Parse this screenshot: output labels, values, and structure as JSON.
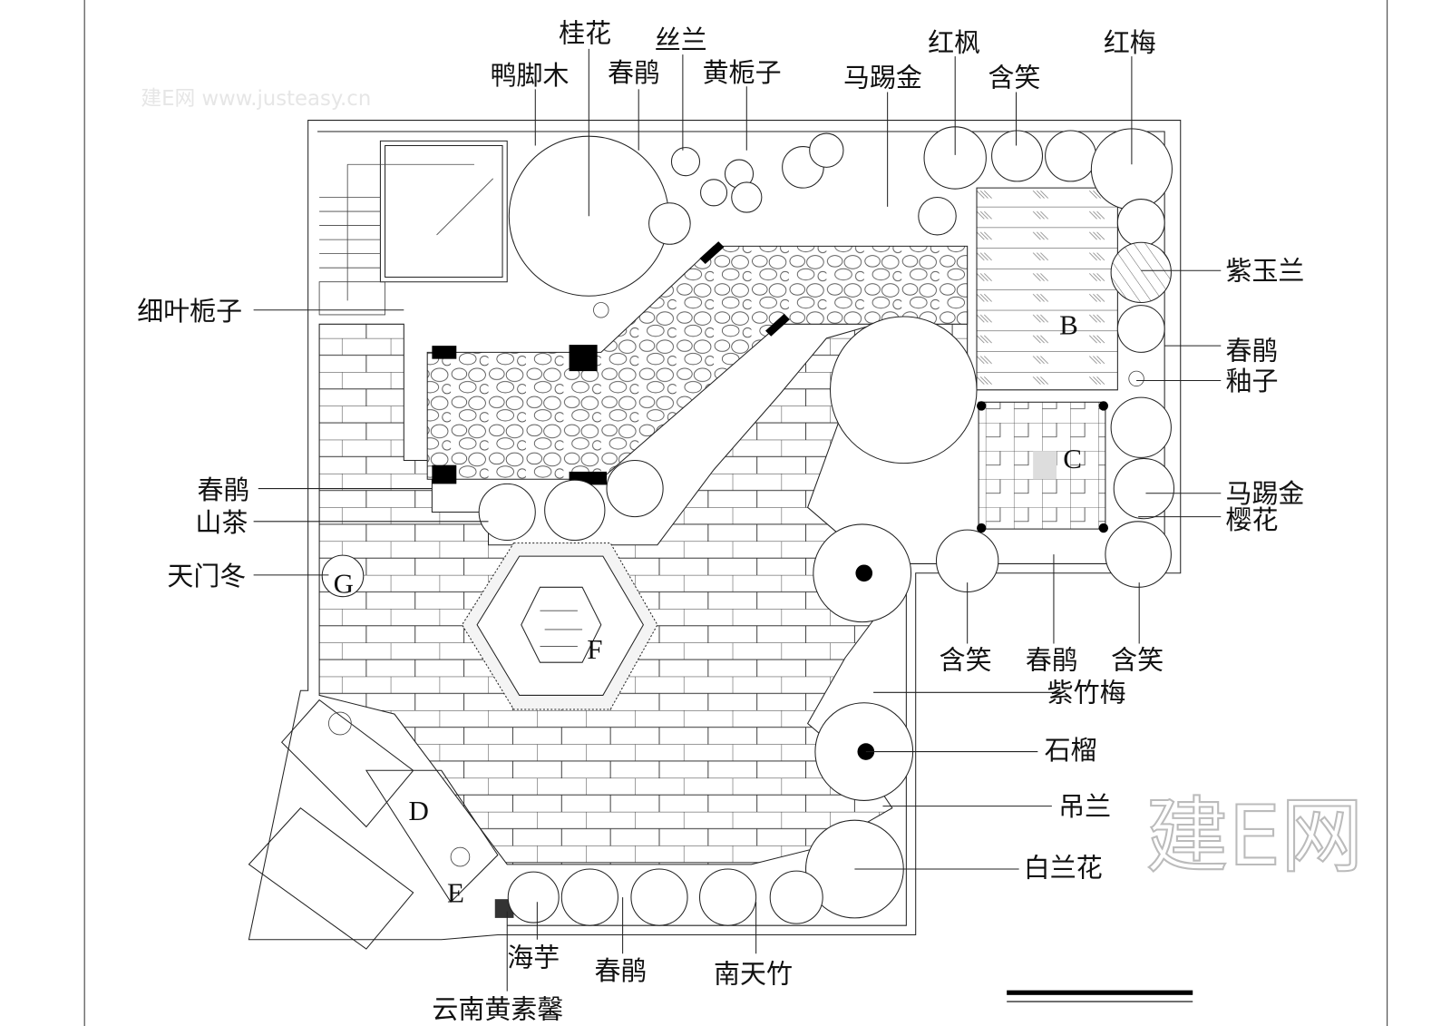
{
  "title": "庭院景观平面图",
  "watermark": "建E网",
  "watermark_small": "建E网 www.justeasy.cn",
  "zones": {
    "B": "B",
    "C": "C",
    "D": "D",
    "E": "E",
    "F": "F",
    "G": "G"
  },
  "plant_labels": {
    "guihua": "桂花",
    "silan": "丝兰",
    "yajiaomu": "鸭脚木",
    "chunjuan_top": "春鹃",
    "huangzhizi": "黄栀子",
    "matijin_top": "马踢金",
    "hongfeng": "红枫",
    "hanxiao_top": "含笑",
    "hongmei": "红梅",
    "ziyulan": "紫玉兰",
    "chunjuan_right": "春鹃",
    "youzi": "釉子",
    "matijin_right": "马踢金",
    "yinghua": "樱花",
    "hanxiao_mid1": "含笑",
    "chunjuan_mid": "春鹃",
    "hanxiao_mid2": "含笑",
    "zizhumei": "紫竹梅",
    "shiliu": "石榴",
    "diaolan": "吊兰",
    "bailanhua": "白兰花",
    "nantianzhu": "南天竹",
    "chunjuan_bottom": "春鹃",
    "haiyu": "海芋",
    "yunnanhuangsuxin": "云南黄素馨",
    "xiyezhizi": "细叶栀子",
    "chunjuan_left": "春鹃",
    "shancha": "山茶",
    "tianmendong": "天门冬"
  }
}
